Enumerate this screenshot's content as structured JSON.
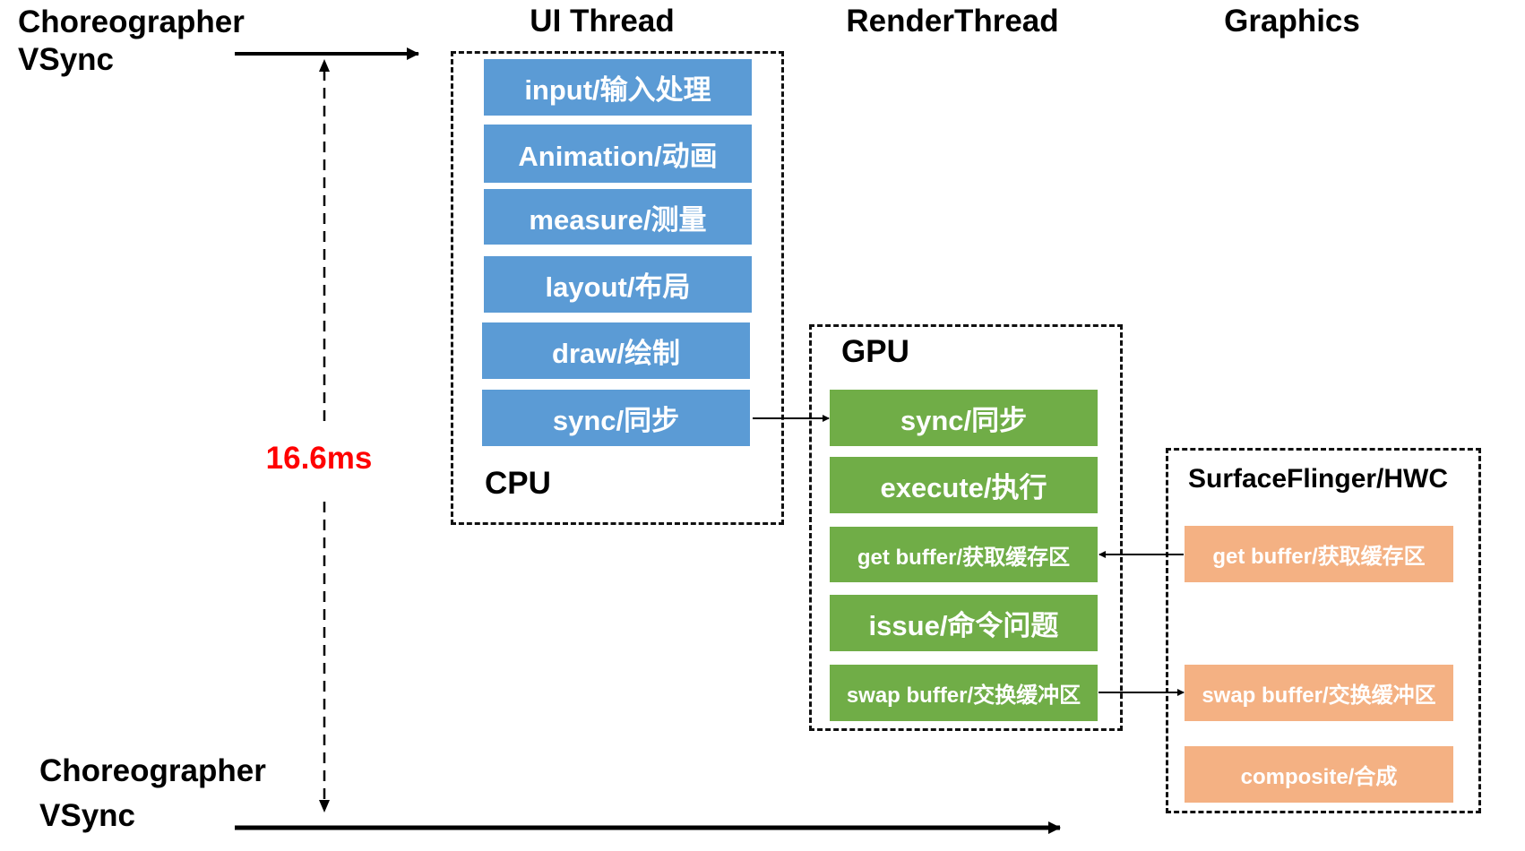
{
  "title": "Android frame rendering pipeline",
  "vsync_top": {
    "line1": "Choreographer",
    "line2": "VSync"
  },
  "vsync_bottom": {
    "line1": "Choreographer",
    "line2": "VSync"
  },
  "frame_interval": {
    "label": "16.6ms",
    "color": "#ff0000"
  },
  "columns": {
    "ui_thread": "UI Thread",
    "render_thread": "RenderThread",
    "graphics": "Graphics"
  },
  "cpu": {
    "label": "CPU",
    "color": "#5b9bd5",
    "steps": [
      {
        "label": "input/输入处理"
      },
      {
        "label": "Animation/动画"
      },
      {
        "label": "measure/测量"
      },
      {
        "label": "layout/布局"
      },
      {
        "label": "draw/绘制"
      },
      {
        "label": "sync/同步"
      }
    ]
  },
  "gpu": {
    "label": "GPU",
    "color": "#70ad47",
    "steps": [
      {
        "label": "sync/同步"
      },
      {
        "label": "execute/执行"
      },
      {
        "label": "get buffer/获取缓存区"
      },
      {
        "label": "issue/命令问题"
      },
      {
        "label": "swap buffer/交换缓冲区"
      }
    ]
  },
  "surfaceflinger": {
    "label": "SurfaceFlinger/HWC",
    "color": "#f4b183",
    "steps": [
      {
        "label": "get buffer/获取缓存区"
      },
      {
        "label": "swap buffer/交换缓冲区"
      },
      {
        "label": "composite/合成"
      }
    ]
  },
  "connections": [
    {
      "from": "cpu.sync",
      "to": "gpu.sync"
    },
    {
      "from": "surfaceflinger.get_buffer",
      "to": "gpu.get_buffer"
    },
    {
      "from": "gpu.swap_buffer",
      "to": "surfaceflinger.swap_buffer"
    }
  ]
}
